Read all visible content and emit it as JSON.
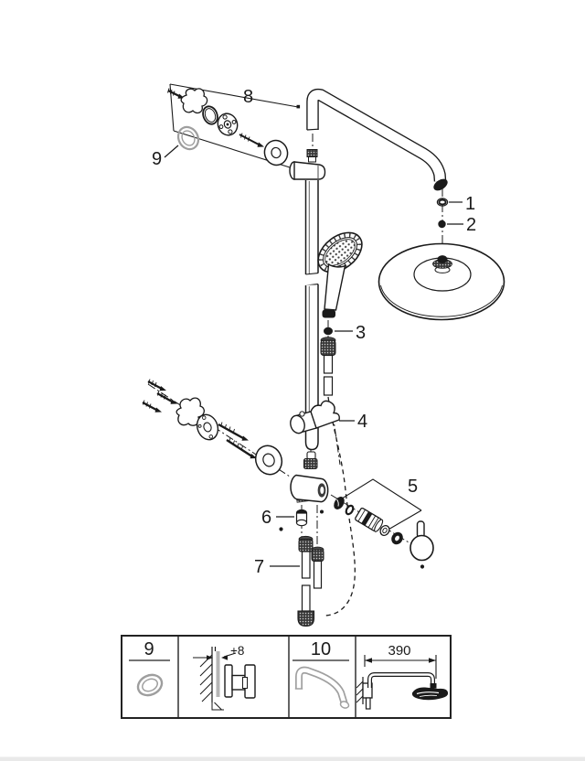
{
  "colors": {
    "line": "#1a1a1a",
    "gray_part": "#9e9e9e",
    "spacer_gray": "#b5b5b5",
    "elbow_gray": "#a0a0a0",
    "footer_bar": "#e9e9e9",
    "background": "#ffffff"
  },
  "diagram": {
    "kind": "shower-system-exploded-parts-diagram",
    "callouts": {
      "part1": "1",
      "part2": "2",
      "part3": "3",
      "part4": "4",
      "part5": "5",
      "part6": "6",
      "part7": "7",
      "part8": "8",
      "part9": "9"
    }
  },
  "detail_panel": {
    "cell1": {
      "label": "9",
      "content": "seal-ring-gray"
    },
    "cell2": {
      "label": "+8",
      "content": "wall-spacer-cross-section"
    },
    "cell3": {
      "label": "10",
      "content": "gray-elbow-connector"
    },
    "cell4": {
      "label": "390",
      "content": "shower-arm-side-view-dimension"
    }
  }
}
